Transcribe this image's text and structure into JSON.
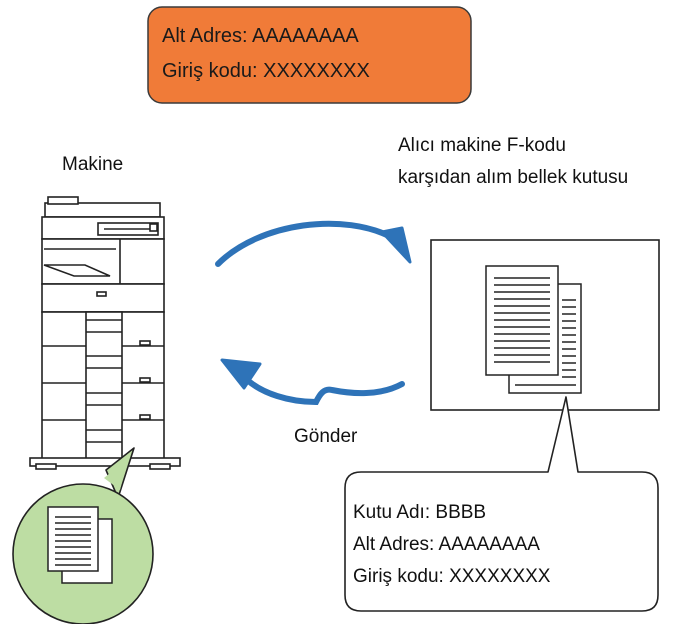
{
  "colors": {
    "orange_fill": "#F07B38",
    "orange_stroke": "#3a3a3a",
    "arrow_blue": "#2E73B8",
    "green_fill": "#BDDDA3",
    "outline": "#222222"
  },
  "sender_info": {
    "sub_address_line": "Alt Adres: AAAAAAAA",
    "passcode_line": "Giriş kodu: XXXXXXXX"
  },
  "machine": {
    "label": "Makine",
    "icon": "mfp-printer-icon"
  },
  "receiver": {
    "label_line1": "Alıcı makine F-kodu",
    "label_line2": "karşıdan alım bellek kutusu",
    "icon": "document-stack-icon"
  },
  "send_label": "Gönder",
  "memory_box_info": {
    "box_name_line": "Kutu Adı: BBBB",
    "sub_address_line": "Alt Adres: AAAAAAAA",
    "passcode_line": "Giriş kodu: XXXXXXXX"
  }
}
